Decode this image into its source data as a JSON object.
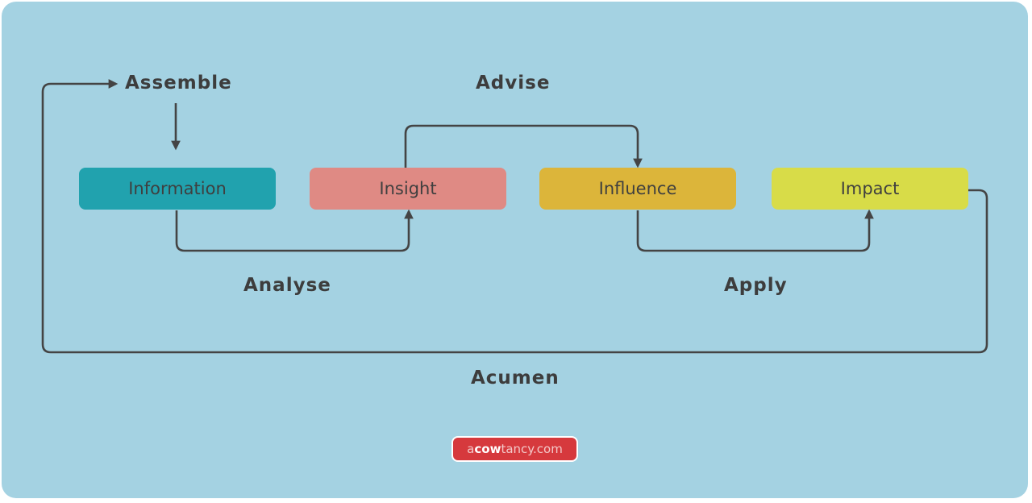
{
  "colors": {
    "background": "#a4d2e2",
    "information": "#21a2ae",
    "insight": "#df8a84",
    "influence": "#dcb53a",
    "impact": "#d8dc48",
    "connector": "#444444",
    "brand": "#d6393d"
  },
  "nodes": {
    "information": "Information",
    "insight": "Insight",
    "influence": "Influence",
    "impact": "Impact"
  },
  "steps": {
    "assemble": "Assemble",
    "analyse": "Analyse",
    "advise": "Advise",
    "apply": "Apply",
    "acumen": "Acumen"
  },
  "brand": {
    "prefix": "a",
    "highlight": "cow",
    "suffix": "tancy.com"
  }
}
